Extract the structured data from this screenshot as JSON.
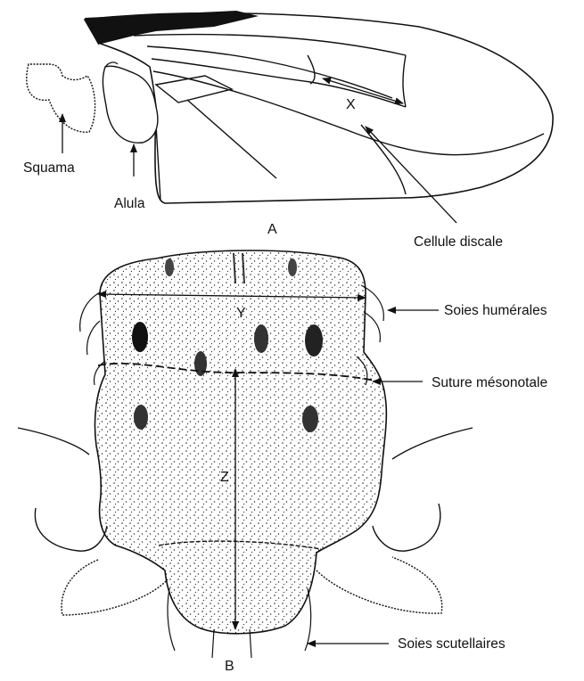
{
  "figure_a": {
    "panel_letter": "A",
    "labels": {
      "squama": "Squama",
      "alula": "Alula",
      "cellule_discale": "Cellule discale",
      "measure_x": "X"
    }
  },
  "figure_b": {
    "panel_letter": "B",
    "labels": {
      "soies_humerales": "Soies humérales",
      "suture_mesonotale": "Suture mésonotale",
      "soies_scutellaires": "Soies scutellaires",
      "measure_y": "Y",
      "measure_z": "Z"
    }
  }
}
